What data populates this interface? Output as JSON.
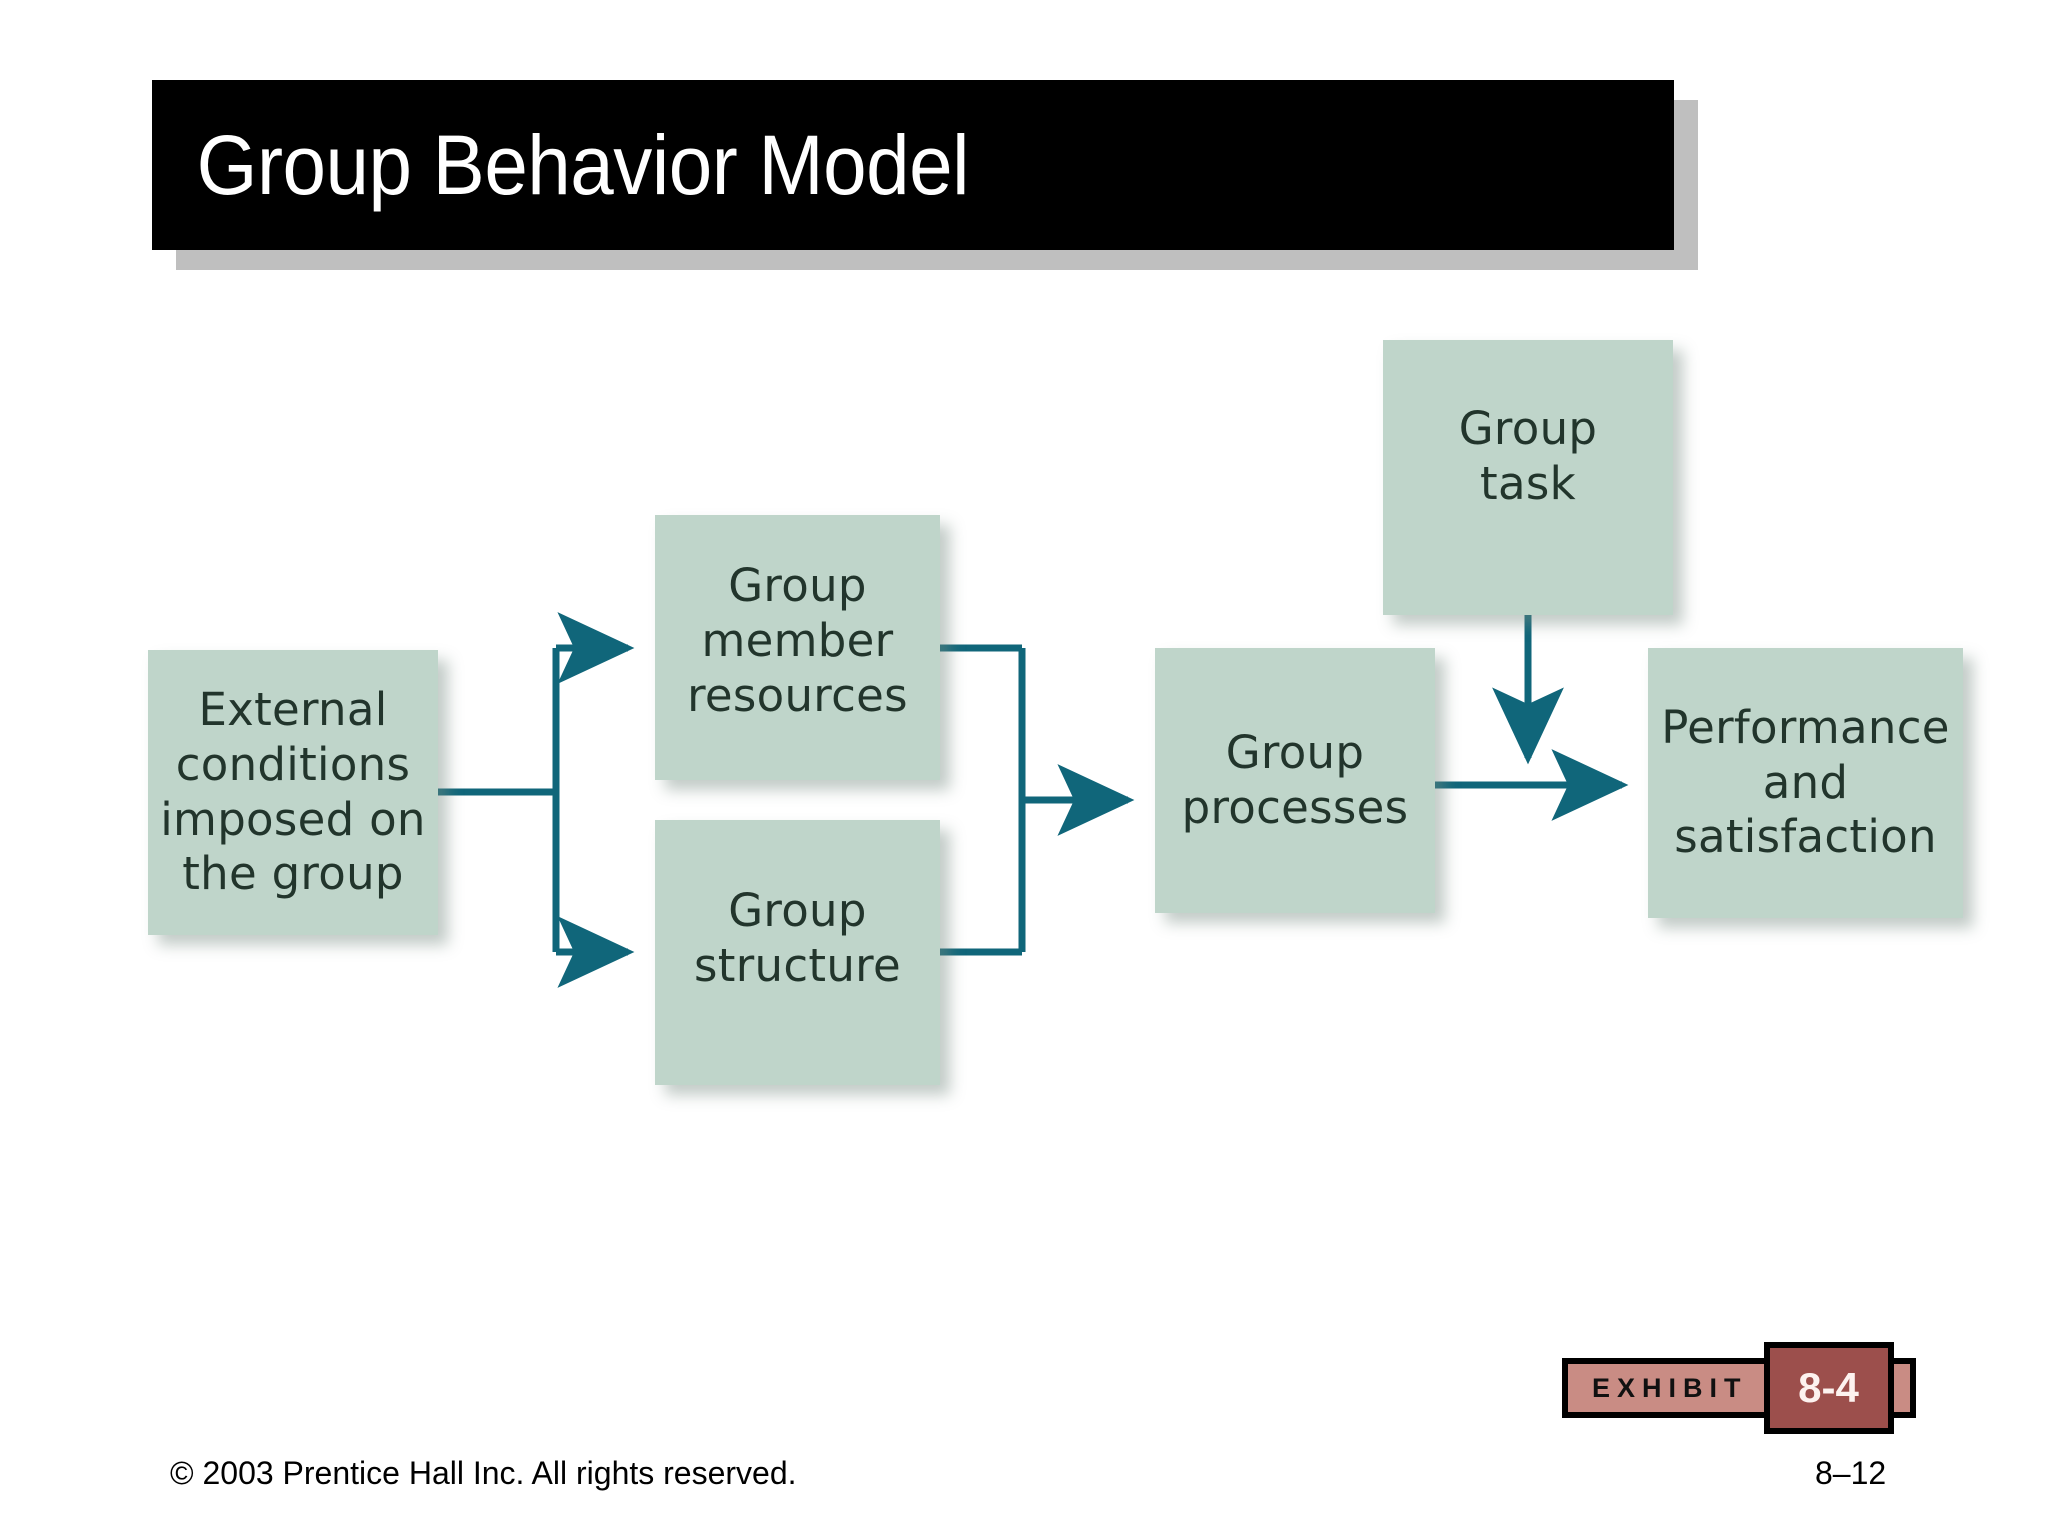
{
  "slide": {
    "title": "Group Behavior Model"
  },
  "diagram": {
    "type": "flow",
    "nodes": [
      {
        "id": "external",
        "label": "External\nconditions\nimposed on\nthe group"
      },
      {
        "id": "member_resources",
        "label": "Group\nmember\nresources"
      },
      {
        "id": "structure",
        "label": "Group\nstructure"
      },
      {
        "id": "processes",
        "label": "Group\nprocesses"
      },
      {
        "id": "task",
        "label": "Group\ntask"
      },
      {
        "id": "performance",
        "label": "Performance\nand\nsatisfaction"
      }
    ],
    "edges": [
      {
        "from": "external",
        "to": "member_resources"
      },
      {
        "from": "external",
        "to": "structure"
      },
      {
        "from": "member_resources",
        "to": "processes"
      },
      {
        "from": "structure",
        "to": "processes"
      },
      {
        "from": "task",
        "to": "performance"
      },
      {
        "from": "processes",
        "to": "performance"
      }
    ]
  },
  "exhibit": {
    "label": "EXHIBIT",
    "number": "8-4"
  },
  "footer": {
    "copyright": "© 2003 Prentice Hall Inc. All rights reserved.",
    "page_number": "8–12"
  },
  "colors": {
    "title_bar": "#000000",
    "title_shadow": "#bfbfbf",
    "node_fill": "#bfd5ca",
    "node_text": "#22352c",
    "connector": "#10667a",
    "exhibit_plate": "#c98c84",
    "exhibit_number_plate": "#9c4f4c"
  }
}
